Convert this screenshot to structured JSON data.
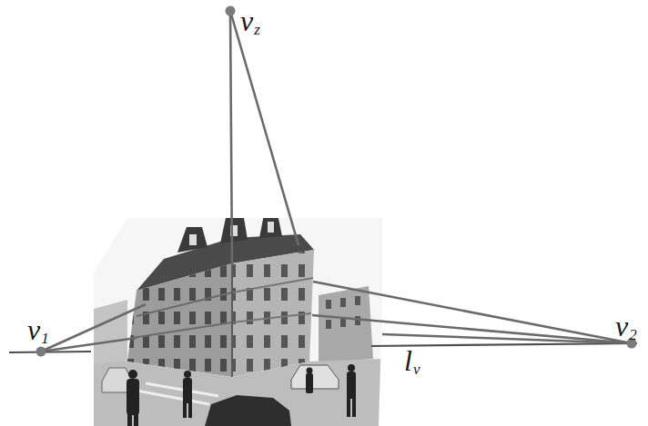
{
  "diagram": {
    "labels": [
      "vz",
      "v1",
      "v2",
      "lv"
    ]
  }
}
